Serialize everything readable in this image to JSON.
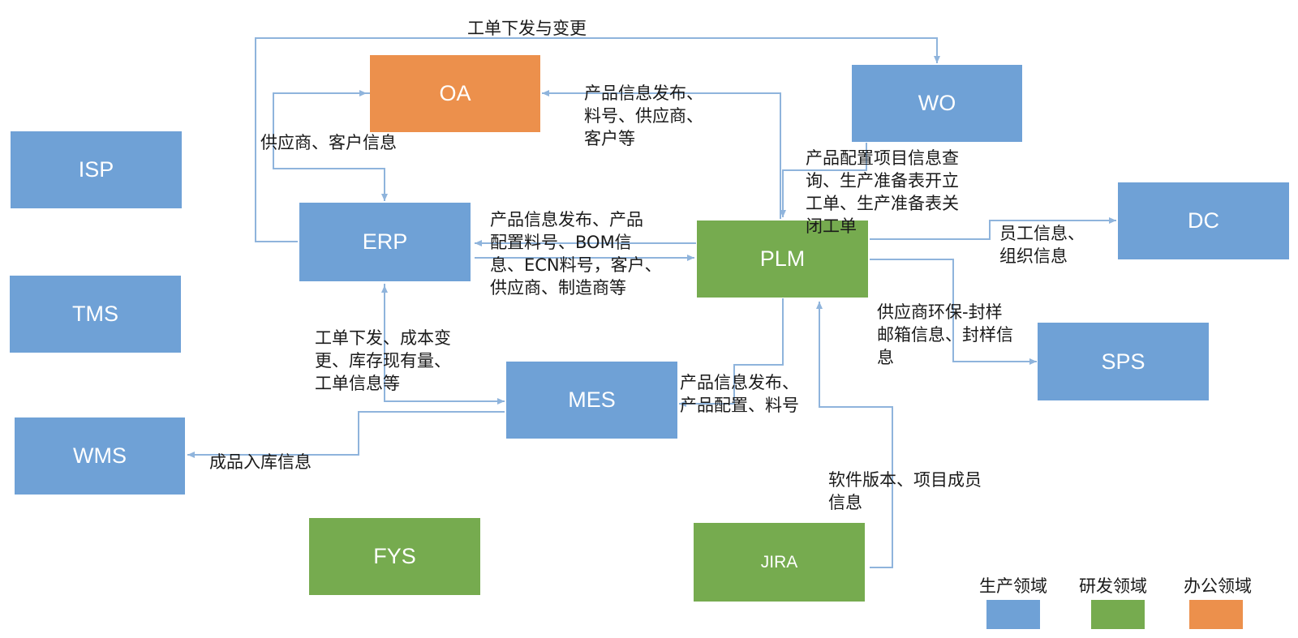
{
  "nodes": {
    "oa": "OA",
    "wo": "WO",
    "isp": "ISP",
    "erp": "ERP",
    "plm": "PLM",
    "dc": "DC",
    "tms": "TMS",
    "sps": "SPS",
    "mes": "MES",
    "wms": "WMS",
    "fys": "FYS",
    "jira": "JIRA"
  },
  "labels": {
    "work_order_top": "工单下发与变更",
    "supplier_customer": "供应商、客户信息",
    "plm_to_oa": "产品信息发布、\n料号、供应商、\n客户等",
    "plm_to_wo": "产品配置项目信息查\n询、生产准备表开立\n工单、生产准备表关\n闭工单",
    "plm_to_erp": "产品信息发布、产品\n配置料号、BOM信\n息、ECN料号，客户、\n供应商、制造商等",
    "plm_to_dc": "员工信息、\n组织信息",
    "plm_to_sps": "供应商环保-封样\n邮箱信息、封样信\n息",
    "erp_to_mes": "工单下发、成本变\n更、库存现有量、\n工单信息等",
    "plm_to_mes": "产品信息发布、\n产品配置、料号",
    "mes_to_wms": "成品入库信息",
    "jira_to_plm": "软件版本、项目成员\n信息"
  },
  "legend": [
    {
      "label": "生产领域",
      "color": "#6fa1d6"
    },
    {
      "label": "研发领域",
      "color": "#76ab4f"
    },
    {
      "label": "办公领域",
      "color": "#ec904c"
    }
  ],
  "colors": {
    "production": "#6fa1d6",
    "rnd": "#76ab4f",
    "office": "#ec904c",
    "connector": "#8fb4dc"
  }
}
